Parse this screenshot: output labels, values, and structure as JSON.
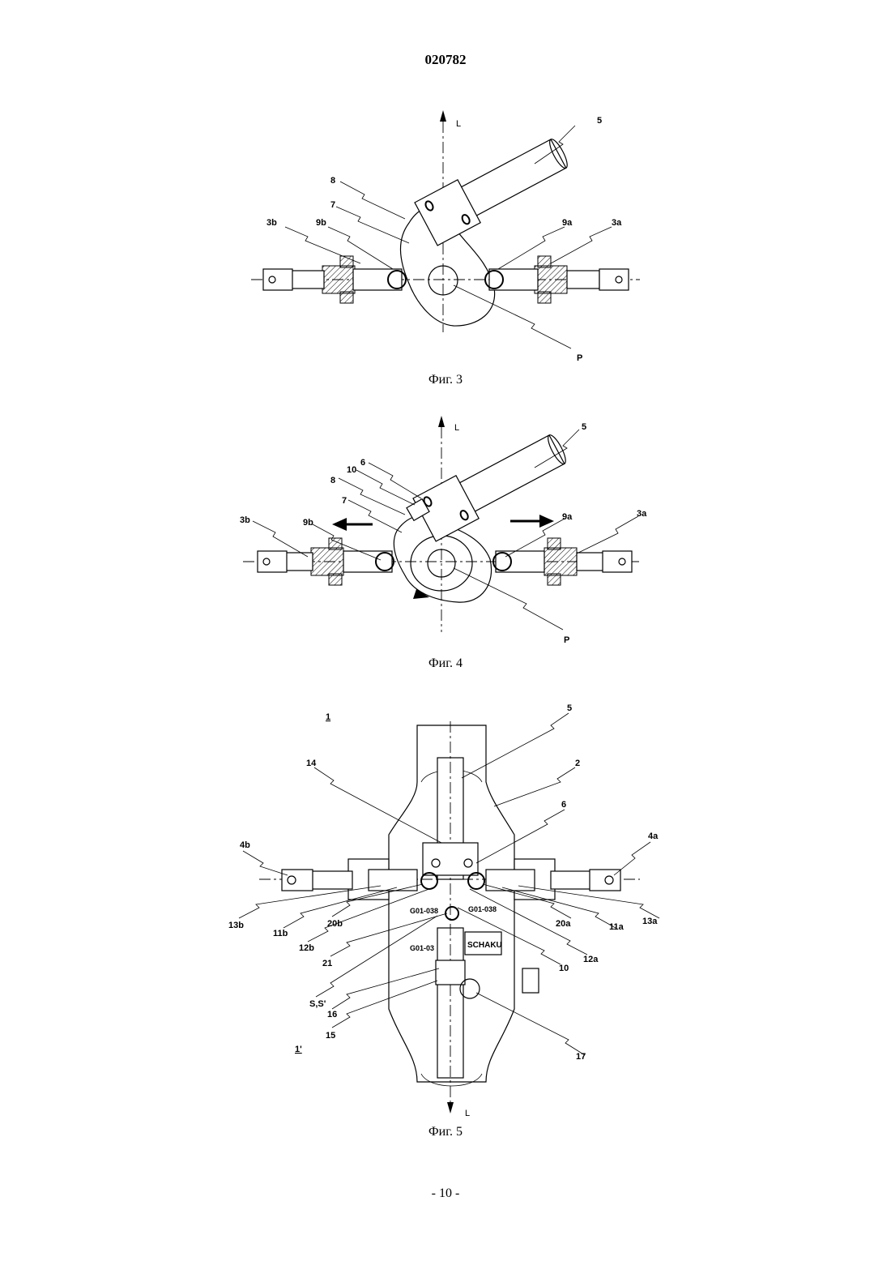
{
  "header": {
    "doc_number": "020782"
  },
  "figures": [
    {
      "caption": "Фиг. 3",
      "labels": {
        "L": "L",
        "n5": "5",
        "n8": "8",
        "n7": "7",
        "n3b": "3b",
        "n9b": "9b",
        "n9a": "9a",
        "n3a": "3a",
        "P": "P"
      }
    },
    {
      "caption": "Фиг. 4",
      "labels": {
        "L": "L",
        "n5": "5",
        "n6": "6",
        "n10": "10",
        "n8": "8",
        "n7": "7",
        "n3b": "3b",
        "n9b": "9b",
        "n9a": "9a",
        "n3a": "3a",
        "P": "P"
      }
    },
    {
      "caption": "Фиг. 5",
      "labels": {
        "n1": "1",
        "n1p": "1'",
        "n5": "5",
        "n2": "2",
        "n14": "14",
        "n6": "6",
        "n4b": "4b",
        "n4a": "4a",
        "n13b": "13b",
        "n11b": "11b",
        "n20b": "20b",
        "n12b": "12b",
        "n21": "21",
        "nSS": "S,S'",
        "n16": "16",
        "n15": "15",
        "n20a": "20a",
        "n11a": "11a",
        "n13a": "13a",
        "n12a": "12a",
        "n10": "10",
        "n17": "17",
        "L": "L",
        "plate1": "G01-038",
        "plate2": "G01-03",
        "plate3": "SCHAKU",
        "plate4": "G01-038"
      }
    }
  ],
  "footer": {
    "page_number": "- 10 -"
  }
}
